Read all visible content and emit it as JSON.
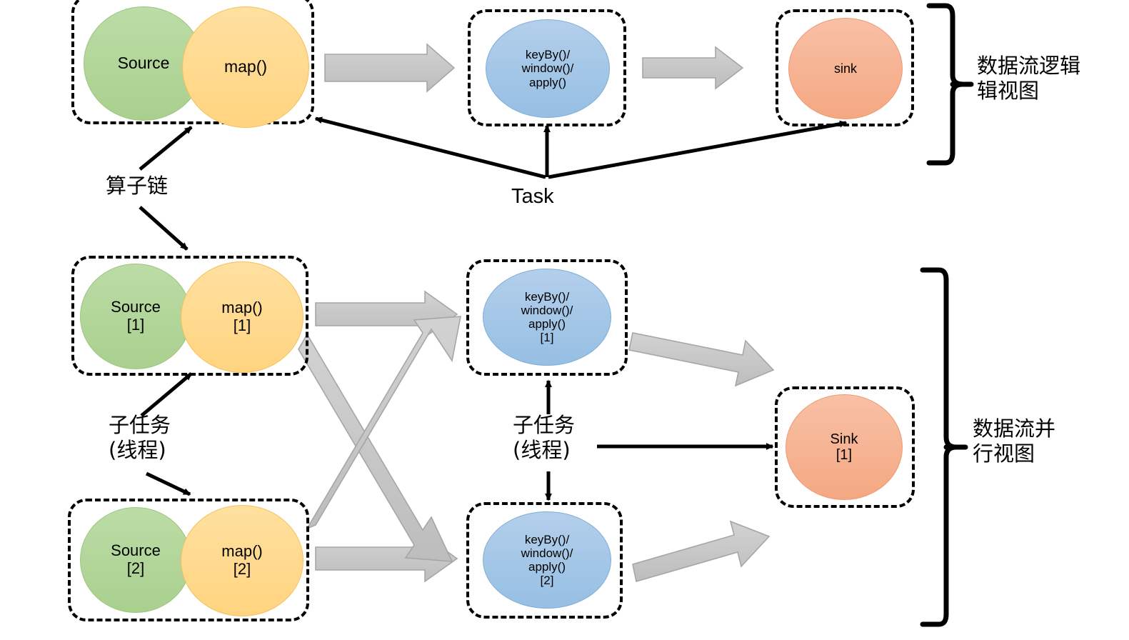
{
  "diagram": {
    "title": "Flink dataflow logical view and parallel view",
    "colors": {
      "source": "#a9d08e",
      "map": "#ffd480",
      "keyby": "#96bfe3",
      "sink": "#f4a882",
      "arrow_gray": "#c3c3c3",
      "arrow_gray_border": "#a6a6a6",
      "stroke_black": "#000000",
      "background": "#ffffff"
    },
    "logical_view": {
      "bracket_label": "数据流逻辑\n辑视图",
      "bracket_label_lines": [
        "数据流逻",
        "辑视图"
      ],
      "chain_box": {
        "nodes": [
          {
            "id": "source",
            "label": "Source",
            "color": "source"
          },
          {
            "id": "map",
            "label": "map()",
            "color": "map"
          }
        ]
      },
      "keyby_box": {
        "nodes": [
          {
            "id": "keyby",
            "label": "keyBy()/\nwindow()/\napply()",
            "color": "keyby"
          }
        ]
      },
      "sink_box": {
        "nodes": [
          {
            "id": "sink",
            "label": "sink",
            "color": "sink"
          }
        ]
      }
    },
    "parallel_view": {
      "bracket_label": "数据流并\n行视图",
      "bracket_label_lines": [
        "数据流并",
        "行视图"
      ],
      "rows": [
        {
          "chain": [
            {
              "id": "source-1",
              "label": "Source\n[1]",
              "color": "source"
            },
            {
              "id": "map-1",
              "label": "map()\n[1]",
              "color": "map"
            }
          ],
          "keyby": {
            "id": "keyby-1",
            "label": "keyBy()/\nwindow()/\napply()\n[1]",
            "color": "keyby"
          }
        },
        {
          "chain": [
            {
              "id": "source-2",
              "label": "Source\n[2]",
              "color": "source"
            },
            {
              "id": "map-2",
              "label": "map()\n[2]",
              "color": "map"
            }
          ],
          "keyby": {
            "id": "keyby-2",
            "label": "keyBy()/\nwindow()/\napply()\n[2]",
            "color": "keyby"
          }
        }
      ],
      "sink": {
        "id": "sink-1",
        "label": "Sink\n[1]",
        "color": "sink"
      }
    },
    "annotations": {
      "operator_chain": "算子链",
      "task": "Task",
      "subtask_left": "子任务\n(线程)",
      "subtask_middle": "子任务\n(线程)"
    }
  }
}
